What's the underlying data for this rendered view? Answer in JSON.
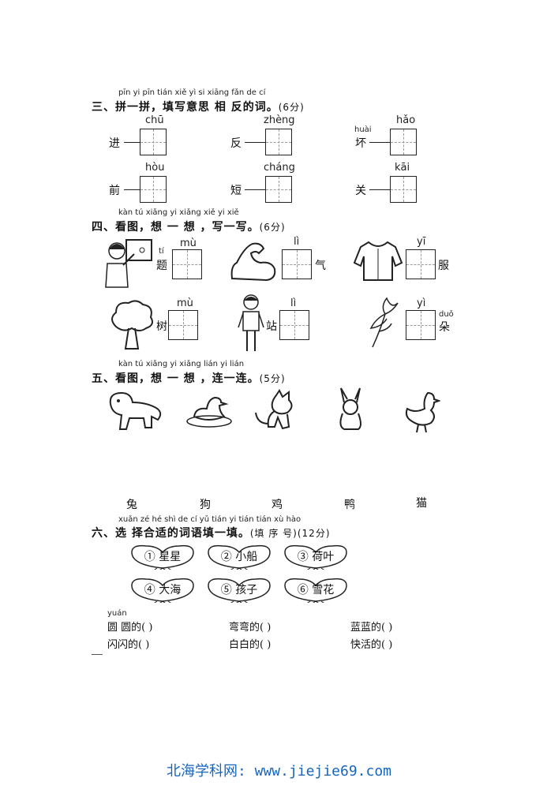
{
  "s3": {
    "pinyin": "pīn yi pīn  tián xiě yì  si  xiāng fǎn de  cí",
    "title": "三、拼一拼，填写意思 相 反的词。",
    "score": "(6分)",
    "items": [
      {
        "char": "进",
        "py": "chū"
      },
      {
        "char": "反",
        "py": "zhèng"
      },
      {
        "char": "坏",
        "py": "hǎo",
        "charpy": "huài"
      },
      {
        "char": "前",
        "py": "hòu"
      },
      {
        "char": "短",
        "py": "cháng"
      },
      {
        "char": "关",
        "py": "kāi"
      }
    ]
  },
  "s4": {
    "pinyin": "kàn tú  xiǎng yi xiǎng  xiě yi xiě",
    "title": "四、看图，想 一 想 ，写一写。",
    "score": "(6分)",
    "items": [
      {
        "char": "题",
        "py": "mù",
        "charpy": "tí"
      },
      {
        "char": "气",
        "py": "lì"
      },
      {
        "char": "服",
        "py": "yī"
      },
      {
        "char": "树",
        "py": "mù"
      },
      {
        "char": "站",
        "py": "lì"
      },
      {
        "char": "朵",
        "py": "yì",
        "charpy": "duǒ"
      }
    ]
  },
  "s5": {
    "pinyin": "kàn tú  xiǎng yi xiǎng  lián yi lián",
    "title": "五、看图，想 一 想 ，连一连。",
    "score": "(5分)",
    "animals": [
      "dog-icon",
      "duck-icon",
      "cat-icon",
      "rabbit-icon",
      "chicken-icon"
    ],
    "words": [
      "兔",
      "狗",
      "鸡",
      "鸭",
      "猫"
    ]
  },
  "s6": {
    "pinyin": "xuǎn zé hé shì de cí yǔ tián yi tián   tián xù hào",
    "title": "六、选 择合适的词语填一填。",
    "score": "(填 序 号)(12分)",
    "hearts": [
      "① 星星",
      "② 小船",
      "③ 荷叶",
      "④ 大海",
      "⑤ 孩子",
      "⑥ 雪花"
    ],
    "yuan_py": "yuán",
    "fills": [
      "圆 圆的(     )",
      "弯弯的(     )",
      "蓝蓝的(     )",
      "闪闪的(     )",
      "白白的(     )",
      "快活的(     )"
    ]
  },
  "footer": "北海学科网: www.jiejie69.com"
}
